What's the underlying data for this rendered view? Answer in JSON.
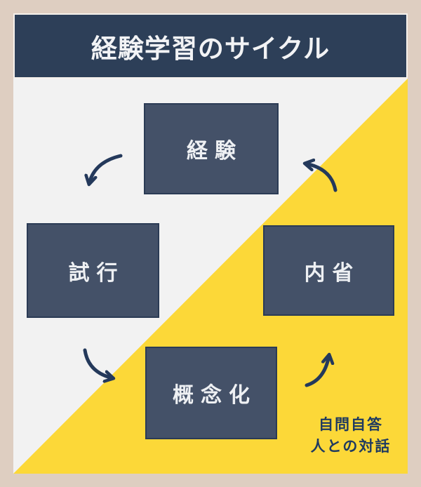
{
  "header": {
    "title": "経験学習のサイクル"
  },
  "diagram": {
    "type": "cycle",
    "nodes": [
      {
        "id": "experience",
        "label": "経験"
      },
      {
        "id": "trial",
        "label": "試行"
      },
      {
        "id": "conceptualization",
        "label": "概念化"
      },
      {
        "id": "reflection",
        "label": "内省"
      }
    ],
    "arrows": [
      {
        "from": "experience",
        "to": "trial"
      },
      {
        "from": "trial",
        "to": "conceptualization"
      },
      {
        "from": "conceptualization",
        "to": "reflection"
      },
      {
        "from": "reflection",
        "to": "experience"
      }
    ],
    "note": {
      "line1": "自問自答",
      "line2": "人との対話"
    }
  },
  "colors": {
    "frame": "#decec1",
    "header_bg": "#2d3f58",
    "header_text": "#f2f3f5",
    "bg_light": "#f2f2f2",
    "bg_yellow": "#fcd838",
    "box_fill": "#445168",
    "box_border": "#2b3b55",
    "box_text": "#eef0f3",
    "arrow": "#24395b",
    "note_text": "#1f3a60"
  }
}
